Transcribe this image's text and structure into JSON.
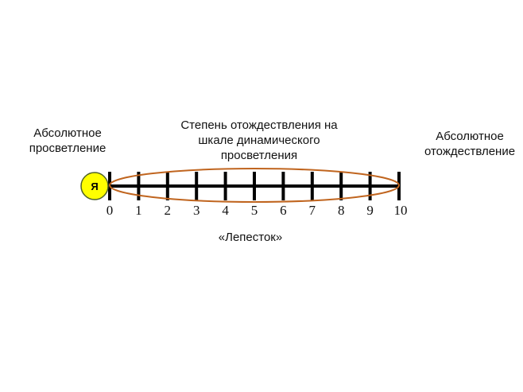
{
  "labels": {
    "left": "Абсолютное\nпросветление",
    "center": "Степень отождествления на\nшкале динамического\nпросветления",
    "right": "Абсолютное\nотождествление",
    "petal": "«Лепесток»"
  },
  "self_marker": {
    "text": "Я",
    "fill": "#ffff00",
    "stroke": "#4f6228"
  },
  "scale": {
    "min": 0,
    "max": 10,
    "tick_labels": [
      "0",
      "1",
      "2",
      "3",
      "4",
      "5",
      "6",
      "7",
      "8",
      "9",
      "10"
    ]
  },
  "colors": {
    "axis": "#000000",
    "ellipse": "#c0651f"
  }
}
